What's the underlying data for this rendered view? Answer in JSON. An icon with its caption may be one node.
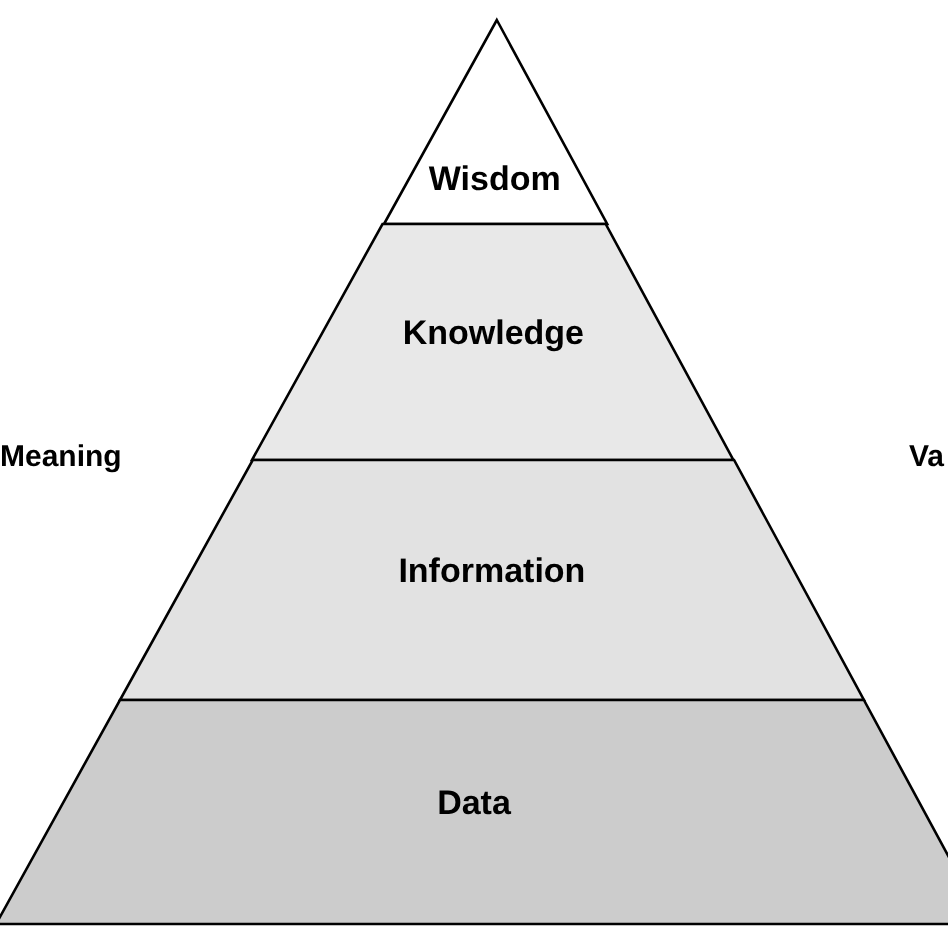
{
  "diagram": {
    "nodes": [
      {
        "text": [
          "Wisdom"
        ]
      },
      {
        "text": [
          "Knowledge"
        ]
      },
      {
        "text": [
          "Information"
        ]
      },
      {
        "text": [
          "Data"
        ]
      }
    ],
    "labels": [
      "Meaning",
      "Va"
    ]
  }
}
